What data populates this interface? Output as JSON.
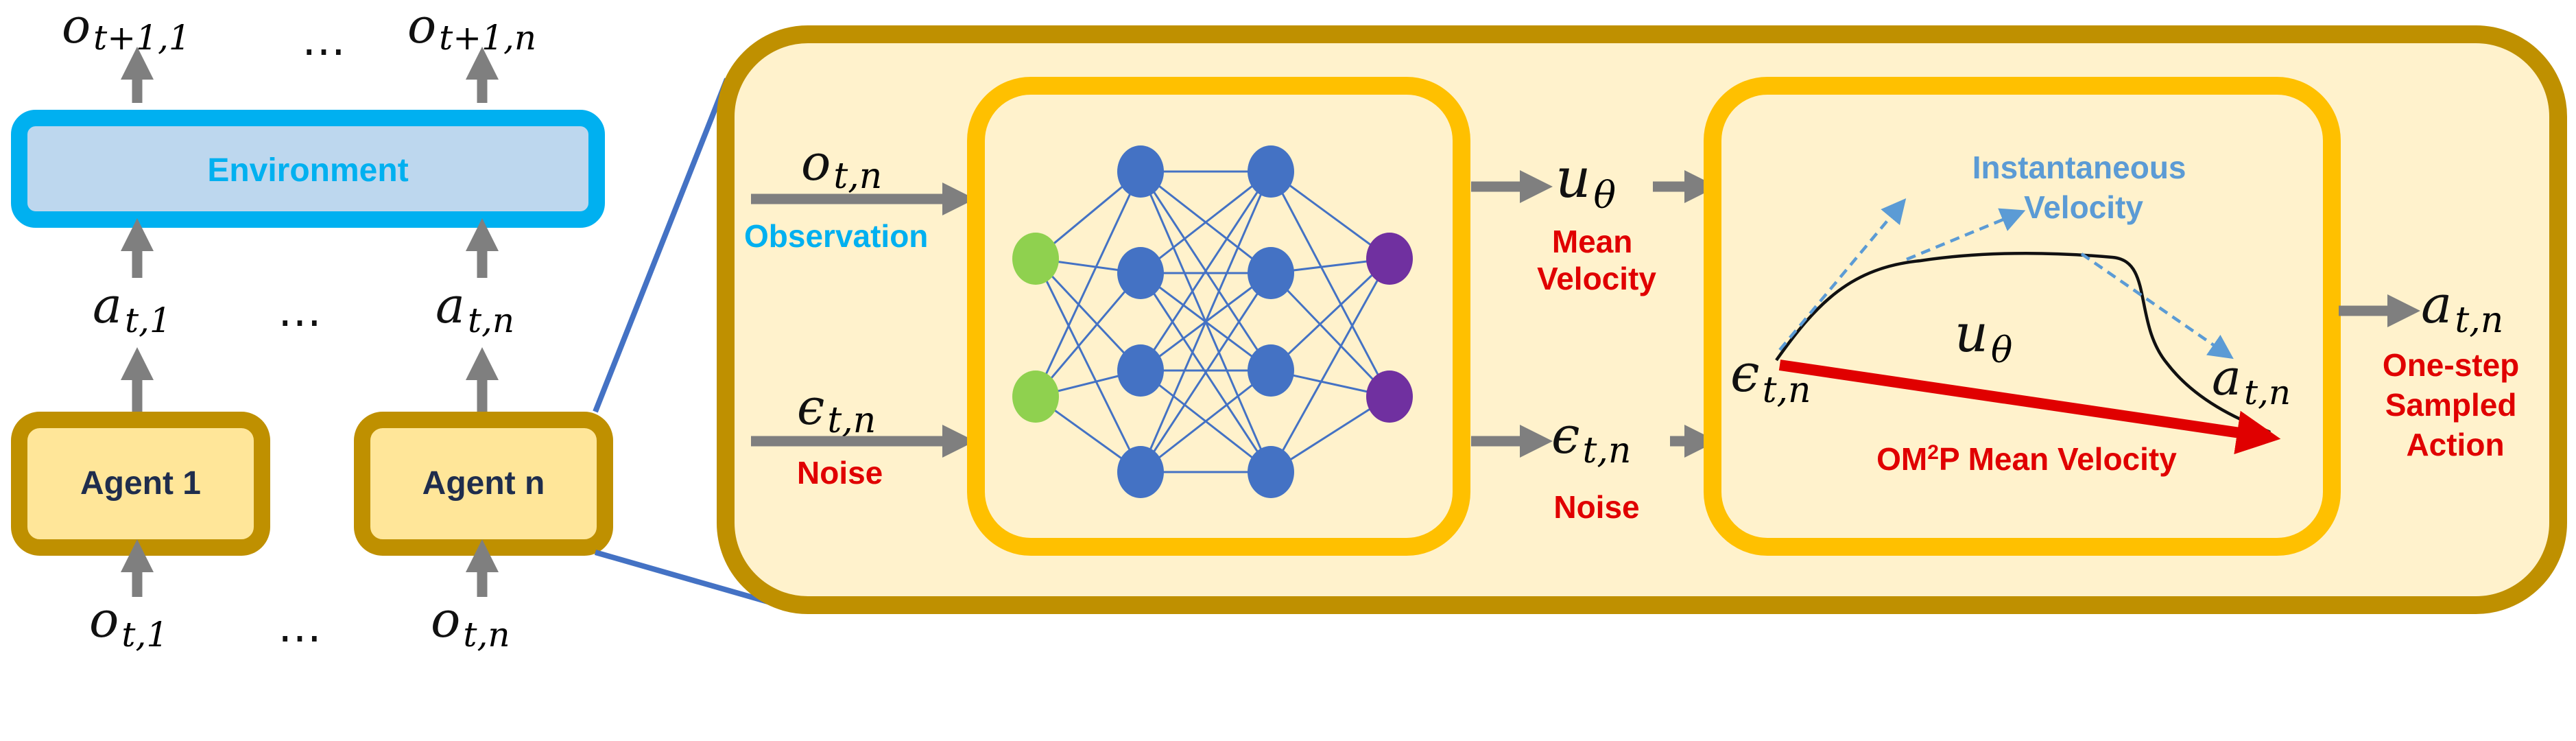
{
  "left_system": {
    "top_obs": [
      {
        "base": "o",
        "sub": "t+1,1"
      },
      {
        "base": "o",
        "sub": "t+1,n"
      }
    ],
    "environment_label": "Environment",
    "actions": [
      {
        "base": "a",
        "sub": "t,1"
      },
      {
        "base": "a",
        "sub": "t,n"
      }
    ],
    "agents": [
      "Agent 1",
      "Agent n"
    ],
    "bottom_obs": [
      {
        "base": "o",
        "sub": "t,1"
      },
      {
        "base": "o",
        "sub": "t,n"
      }
    ],
    "ellipsis": "…"
  },
  "policy": {
    "obs_input": {
      "base": "o",
      "sub": "t,n"
    },
    "obs_label": "Observation",
    "noise_input": {
      "base": "ϵ",
      "sub": "t,n"
    },
    "noise_label": "Noise",
    "u_output": {
      "base": "u",
      "sub": "θ"
    },
    "u_label_lines": [
      "Mean",
      "Velocity"
    ],
    "noise_output": {
      "base": "ϵ",
      "sub": "t,n"
    },
    "noise_output_label": "Noise",
    "flow": {
      "instant_label_lines": [
        "Instantaneous",
        "Velocity"
      ],
      "u_mark": {
        "base": "u",
        "sub": "θ"
      },
      "eps_mark": {
        "base": "ϵ",
        "sub": "t,n"
      },
      "a_mark": {
        "base": "a",
        "sub": "t,n"
      },
      "mean_label": {
        "pre": "OM",
        "sup": "2",
        "post": "P Mean Velocity"
      }
    },
    "action_output": {
      "base": "a",
      "sub": "t,n"
    },
    "action_label_lines": [
      "One-step",
      "Sampled",
      "Action"
    ]
  },
  "network": {
    "layers": [
      2,
      4,
      4,
      2
    ],
    "colors": [
      "#8fd14f",
      "#4472c4",
      "#4472c4",
      "#7030a0"
    ],
    "edge_color": "#4472c4"
  },
  "colors": {
    "gold": "#bf9000",
    "panel_fill": "#fff2cc",
    "agent_fill": "#ffe699",
    "inner_border": "#ffc000",
    "env_border": "#00b0f0",
    "env_fill": "#bdd7ee",
    "env_text": "#00b0f0",
    "arrow_gray": "#7f7f7f",
    "red": "#e00000",
    "blue_label": "#00b0f0",
    "light_blue": "#5b9bd5",
    "connector": "#4472c4"
  }
}
